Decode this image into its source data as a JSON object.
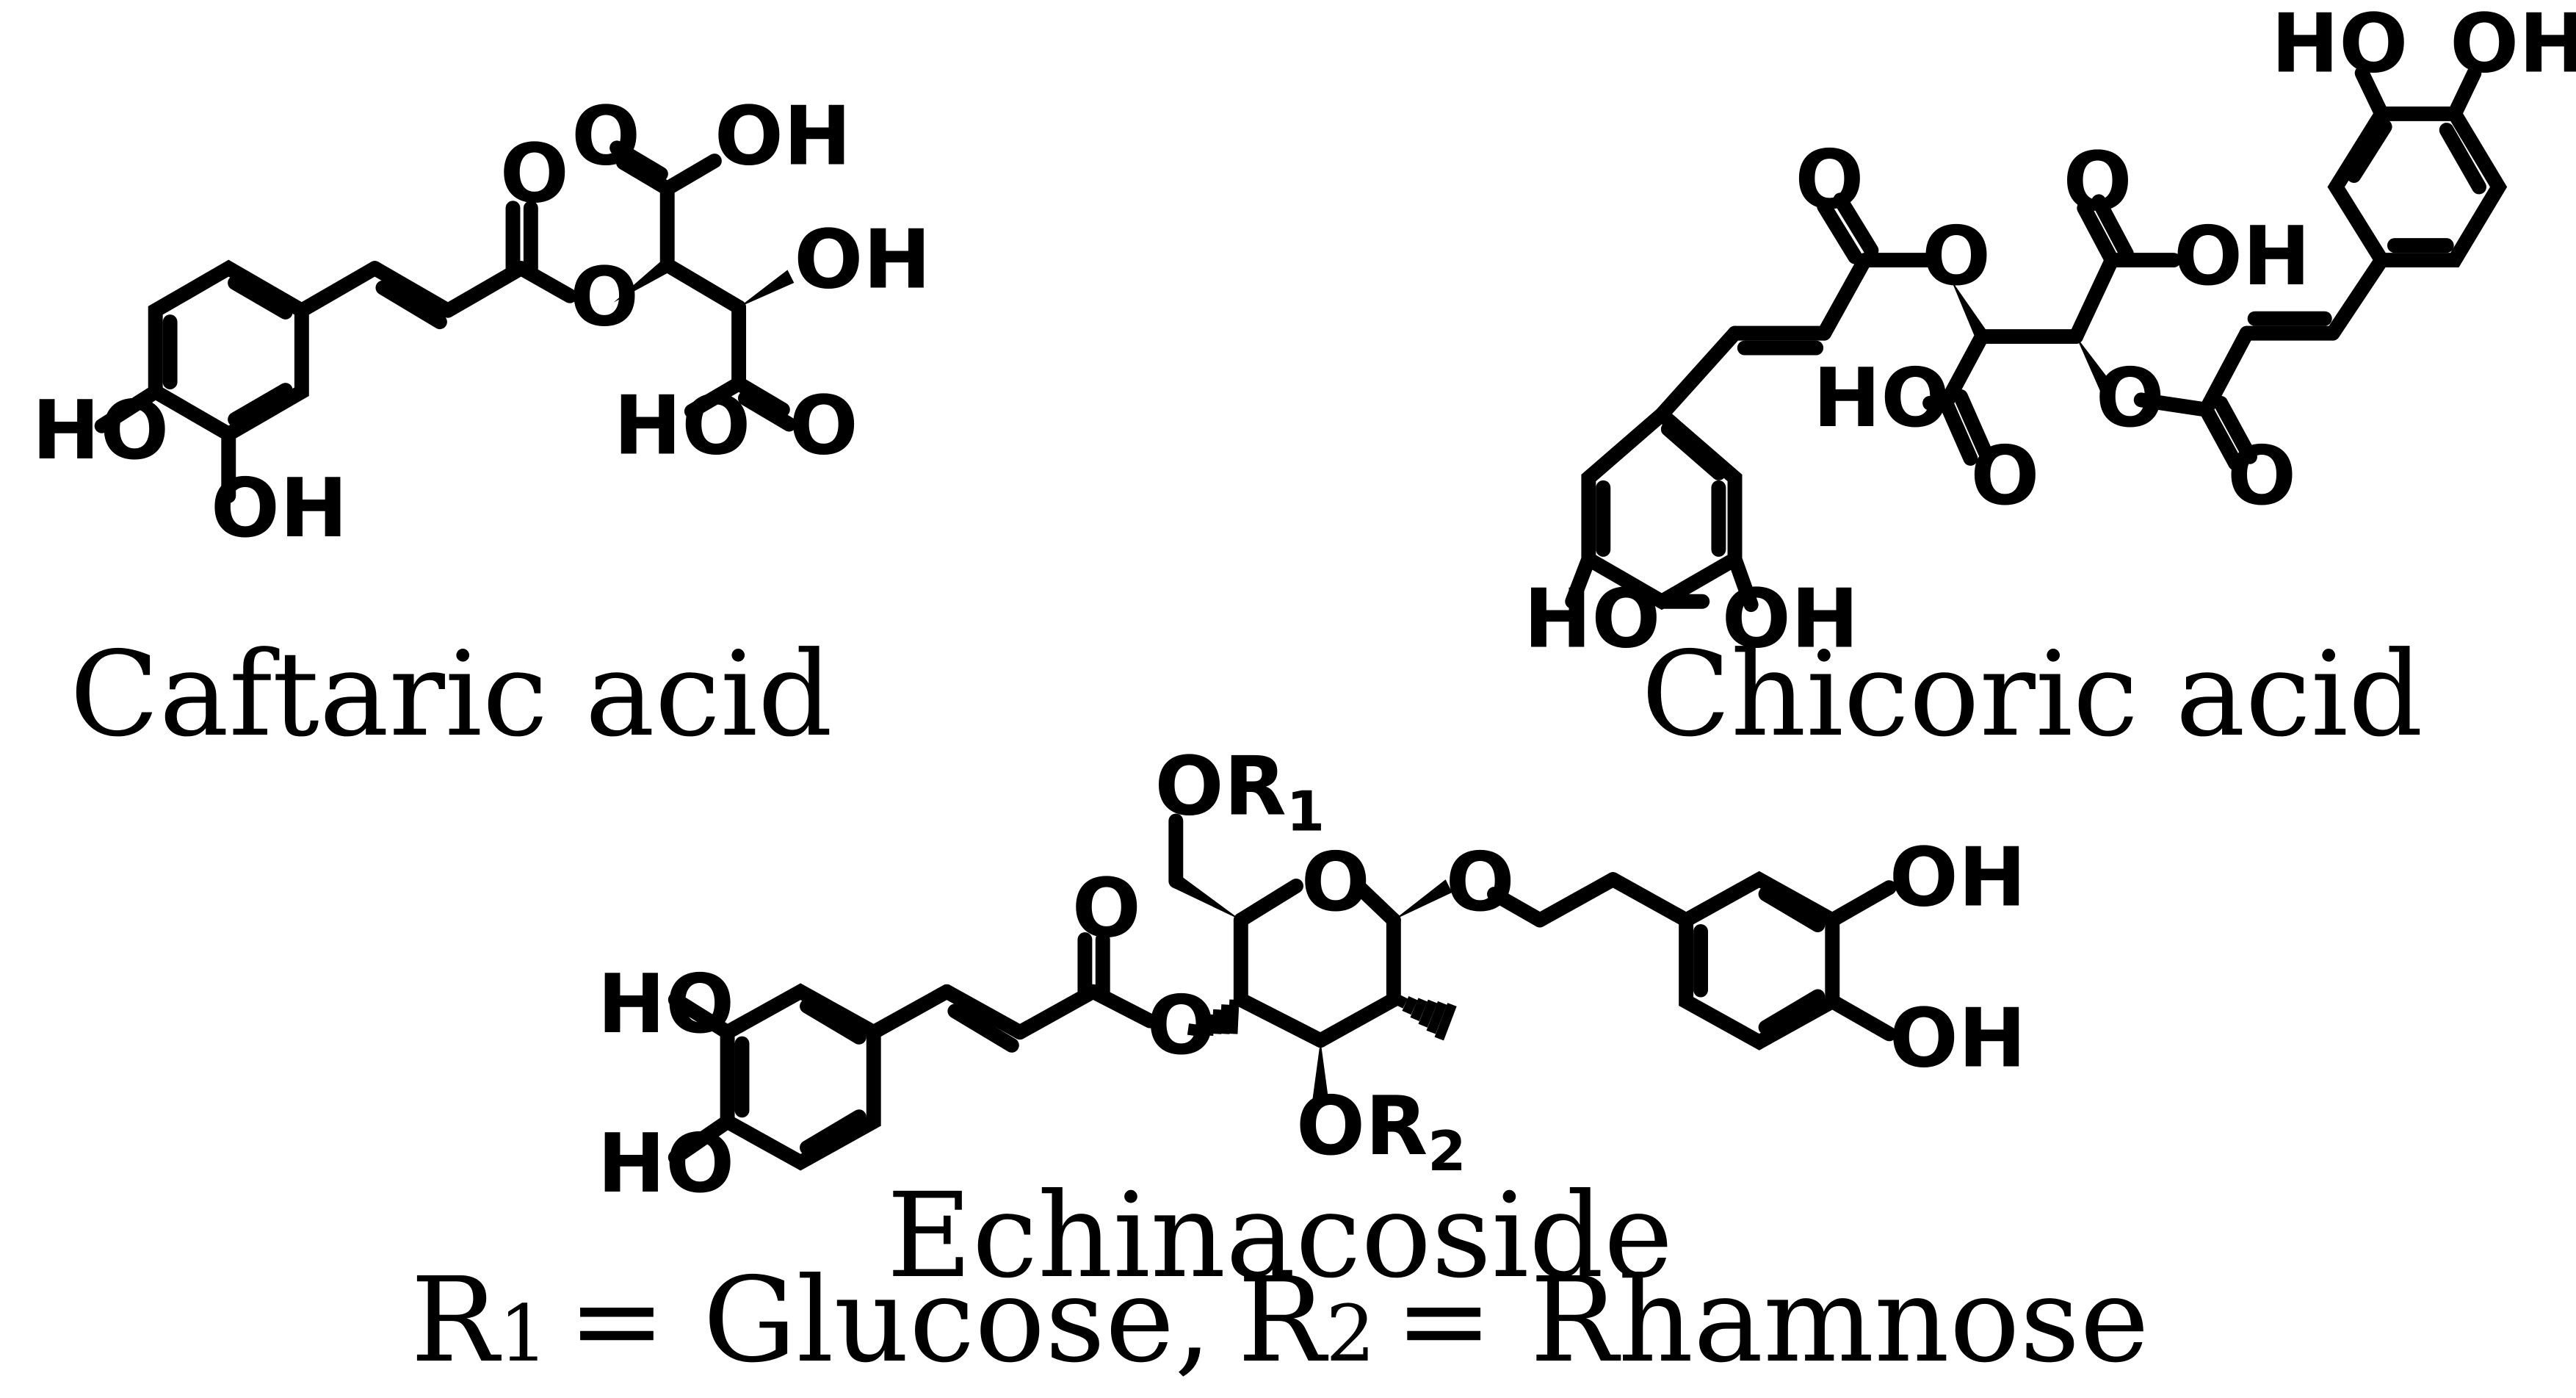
{
  "compounds": [
    {
      "name": "Caftaric acid"
    },
    {
      "name": "Chicoric acid"
    },
    {
      "name": "Echinacoside",
      "substituents": {
        "r1_symbol": "R",
        "r1_index": "1",
        "r1_value": "= Glucose,",
        "r2_symbol": "R",
        "r2_index": "2",
        "r2_value": "= Rhamnose"
      }
    }
  ],
  "atom_labels": {
    "oh": "OH",
    "ho": "HO",
    "o": "O",
    "or": "OR",
    "r1_index": "1",
    "r2_index": "2"
  }
}
